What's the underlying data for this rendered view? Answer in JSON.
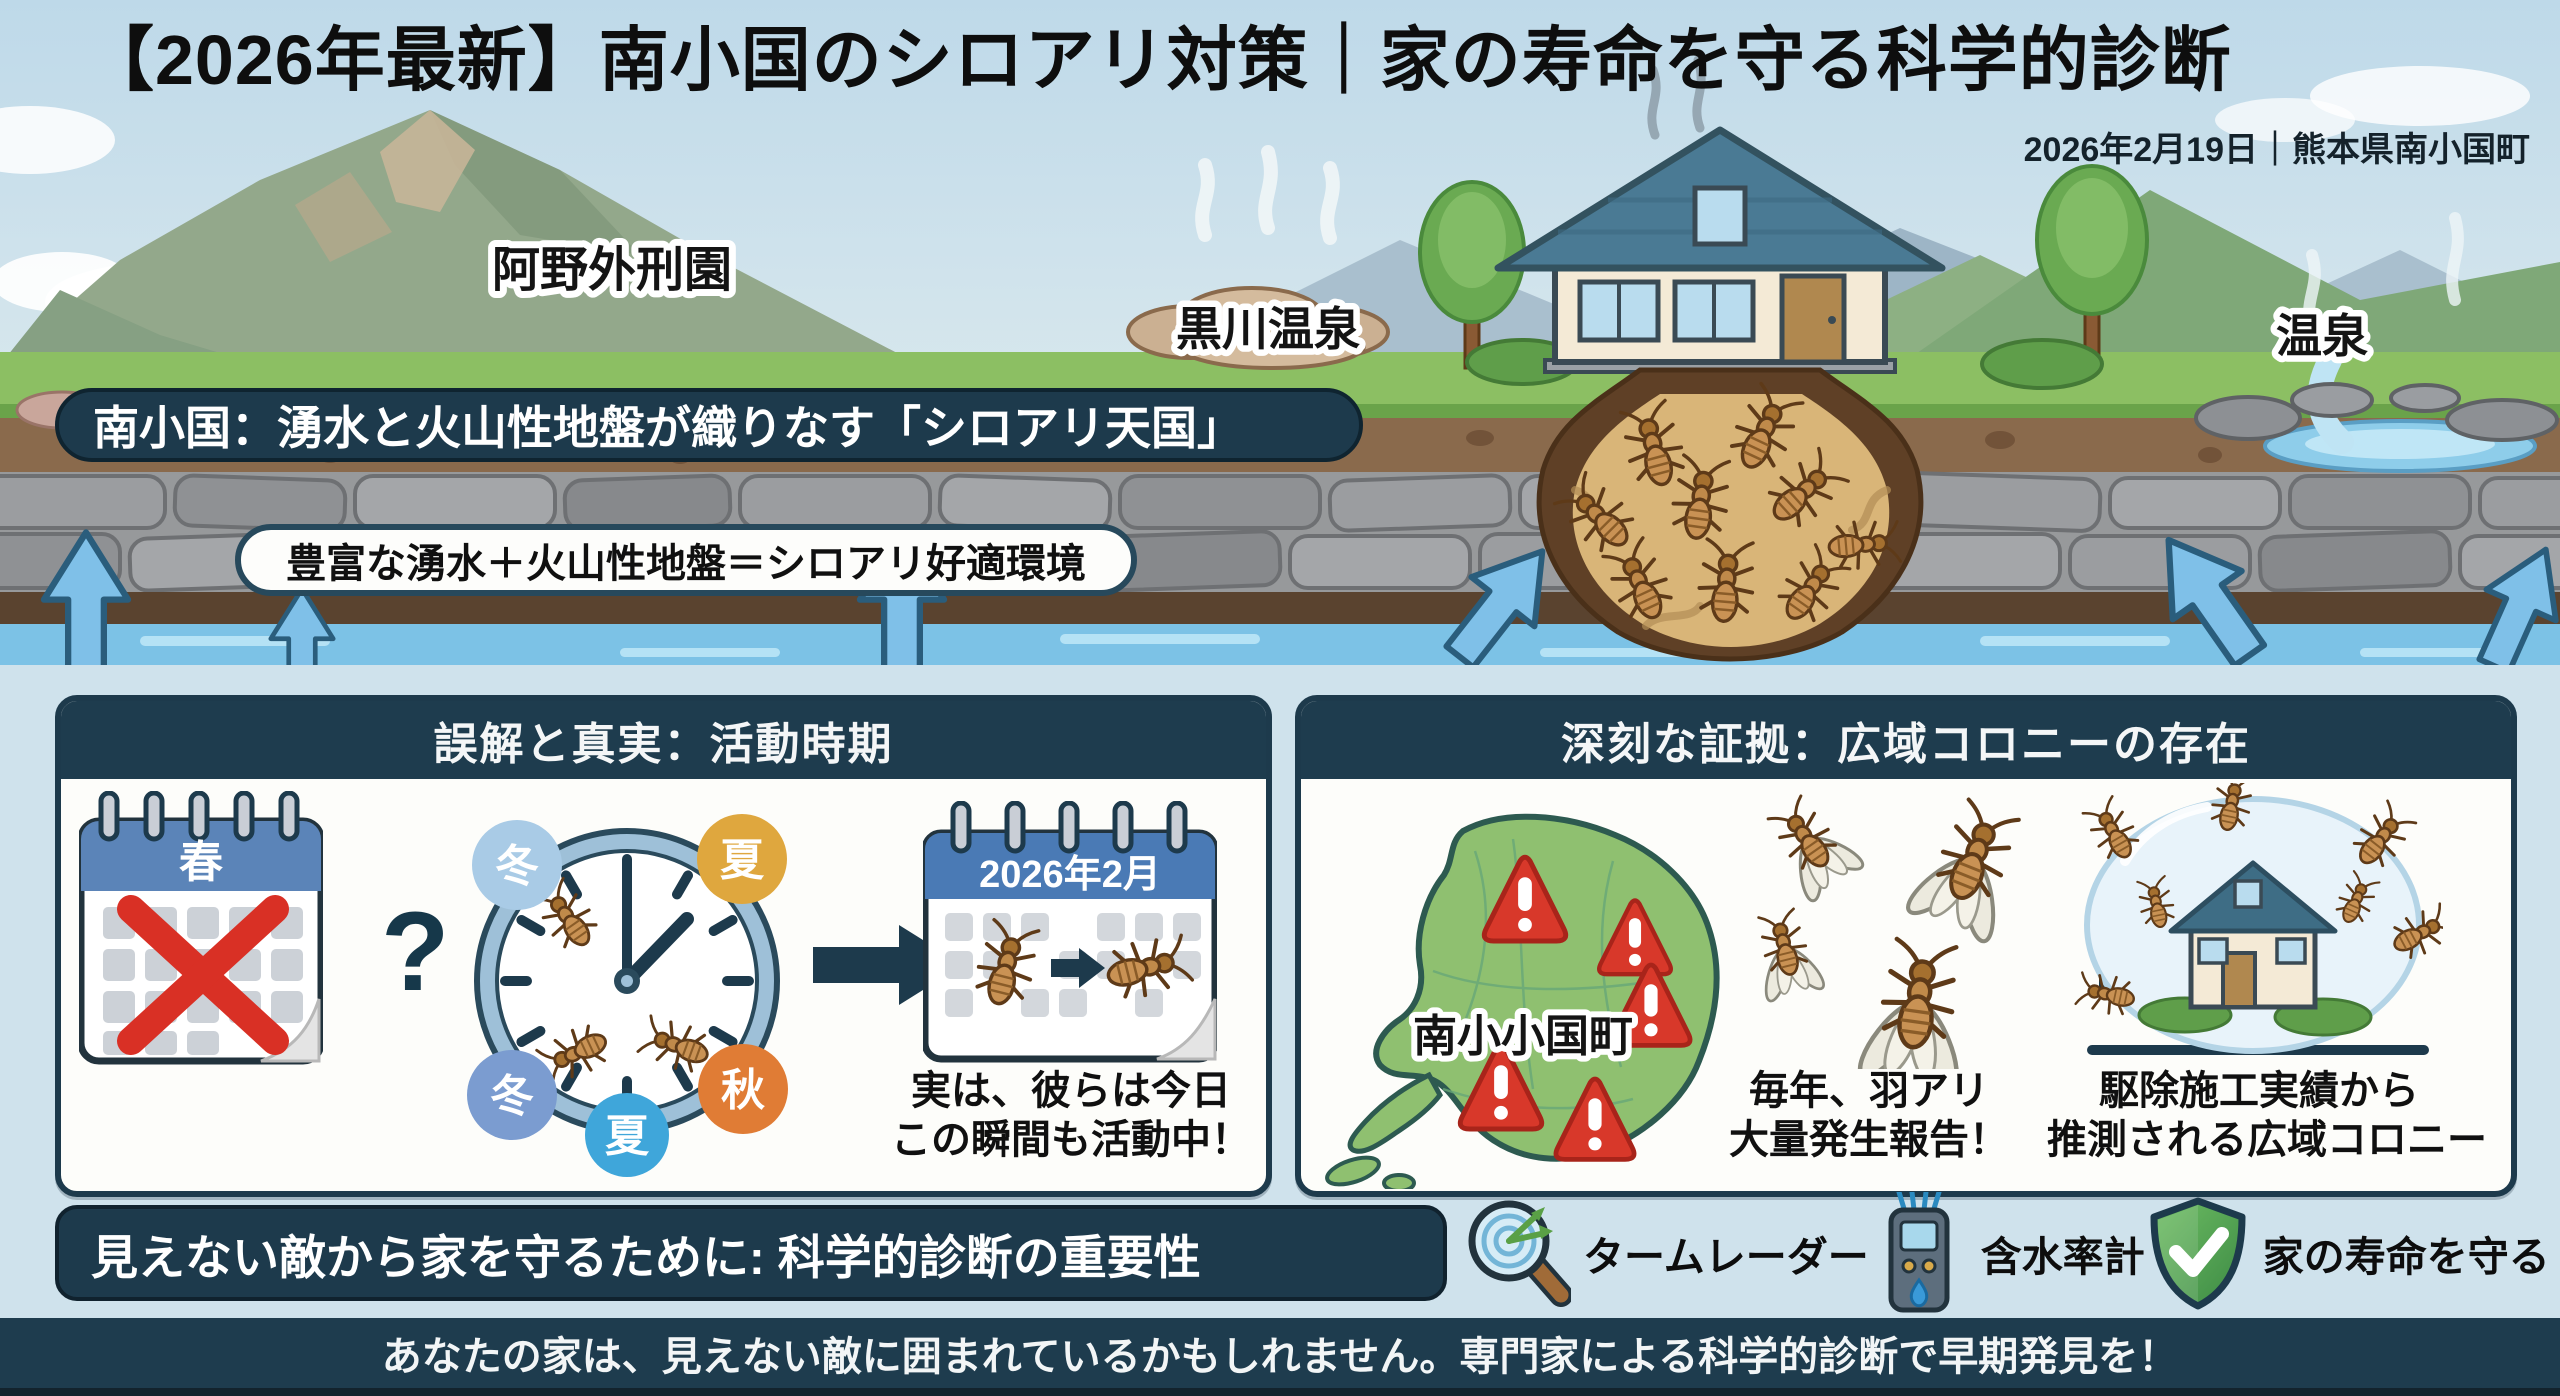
{
  "header": {
    "title": "【2026年最新】南小国のシロアリ対策｜家の寿命を守る科学的診断",
    "date_location": "2026年2月19日｜熊本県南小国町"
  },
  "scene": {
    "mountain_label": "阿野外刑園",
    "onsen_left_label": "黒川温泉",
    "onsen_right_label": "温泉",
    "banner": "南小国：湧水と火山性地盤が織りなす「シロアリ天国」",
    "formula_pill": "豊富な湧水＋火山性地盤＝シロアリ好適環境"
  },
  "left_panel": {
    "title": "誤解と真実：活動時期",
    "spring_calendar_label": "春",
    "question_mark": "?",
    "clock_seasons": [
      "冬",
      "夏",
      "冬",
      "夏",
      "秋"
    ],
    "calendar_label": "2026年2月",
    "caption_line1": "実は、彼らは今日",
    "caption_line2": "この瞬間も活動中！"
  },
  "right_panel": {
    "title": "深刻な証拠：広域コロニーの存在",
    "map_label": "南小小国町",
    "caption1_line1": "毎年、羽アリ",
    "caption1_line2": "大量発生報告！",
    "caption2_line1": "駆除施工実績から",
    "caption2_line2": "推測される広域コロニー"
  },
  "bottom": {
    "banner": "見えない敵から家を守るために: 科学的診断の重要性",
    "tools": [
      {
        "icon": "radar-magnifier-icon",
        "label": "タームレーダー"
      },
      {
        "icon": "moisture-meter-icon",
        "label": "含水率計"
      },
      {
        "icon": "shield-check-icon",
        "label": "家の寿命を守る"
      }
    ]
  },
  "footer": {
    "text": "あなたの家は、見えない敵に囲まれているかもしれません。専門家による科学的診断で早期発見を！"
  },
  "colors": {
    "navy": "#1d3a4c",
    "sky": "#c3dcea",
    "panel_bg": "#cfe2ec",
    "grass": "#8cbf63",
    "soil": "#8a6a4c",
    "rock": "#97999b",
    "water": "#7cc2e6",
    "accent_red": "#d93025",
    "map_green": "#8fc070",
    "termite_brown": "#c08a4a"
  }
}
